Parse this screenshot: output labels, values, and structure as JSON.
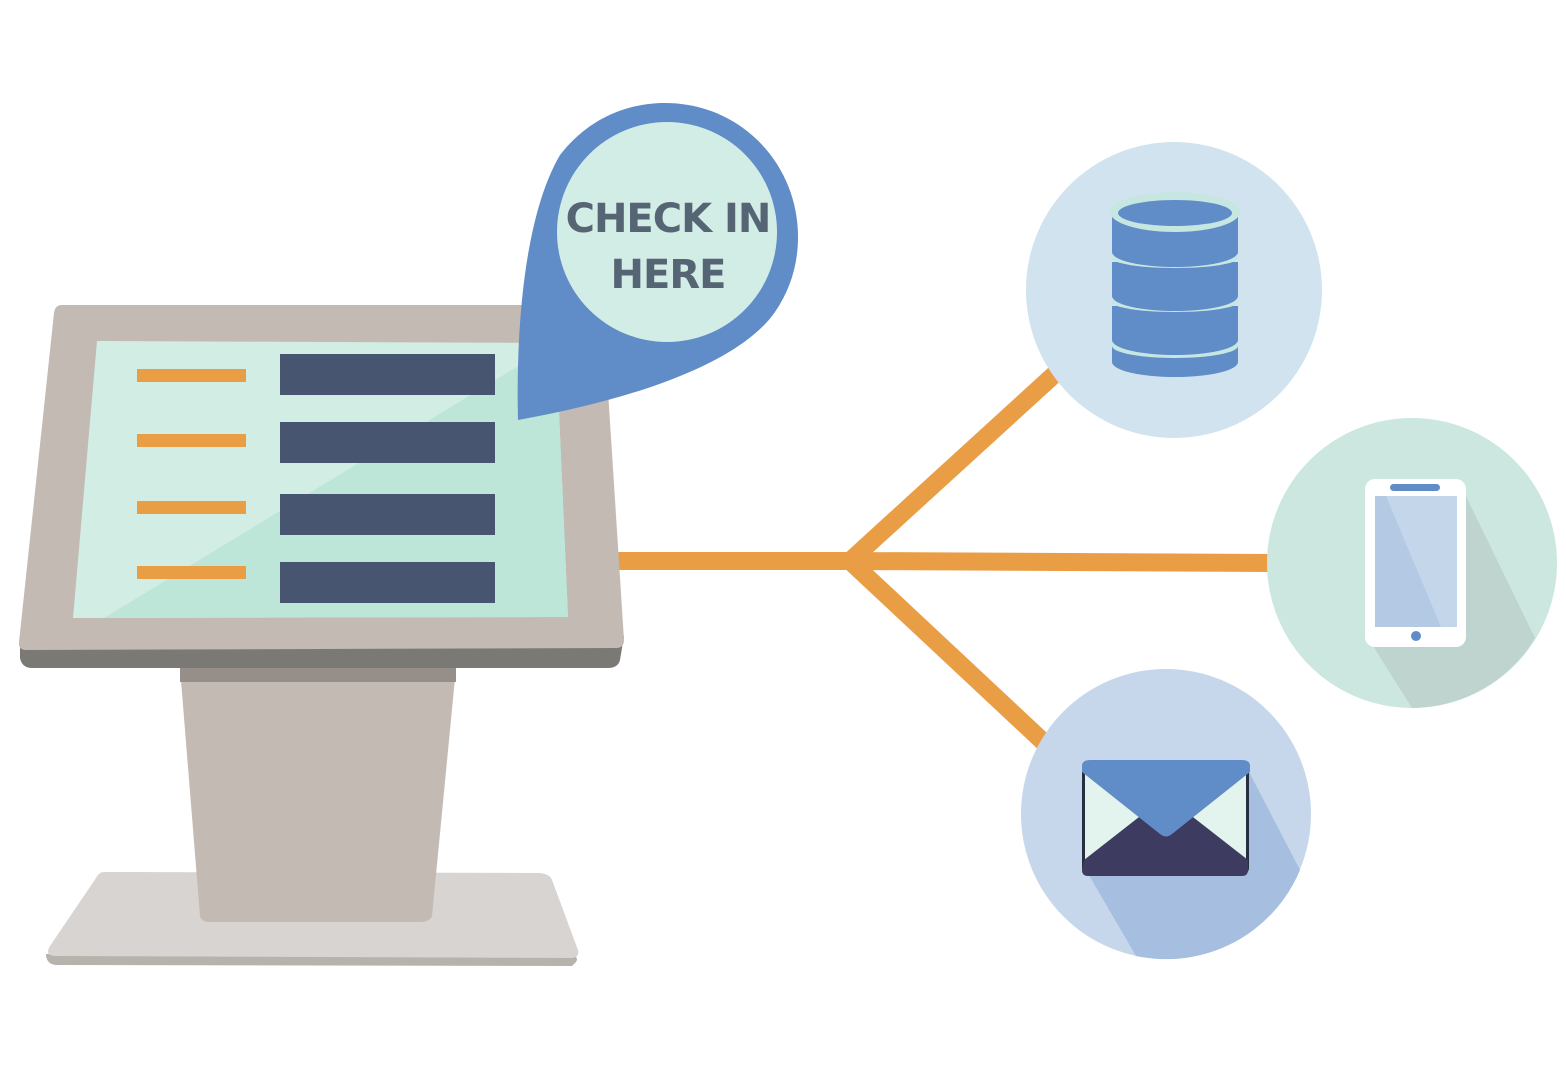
{
  "pin": {
    "line1": "CHECK IN",
    "line2": "HERE"
  },
  "kiosk": {
    "menu_rows": 4
  },
  "icons": {
    "database": "database-icon",
    "phone": "smartphone-icon",
    "email": "envelope-icon"
  },
  "colors": {
    "connector": "#E99D45",
    "pin": "#608CC8",
    "pin_inner": "#D2ECE6",
    "kiosk_frame": "#C3BAB4",
    "kiosk_screen": "#D2EEE4",
    "kiosk_button": "#475570",
    "kiosk_line": "#E99D45",
    "database_bg": "#D0E3EE",
    "phone_bg": "#CCE7E0",
    "email_bg": "#C6D7EB"
  }
}
